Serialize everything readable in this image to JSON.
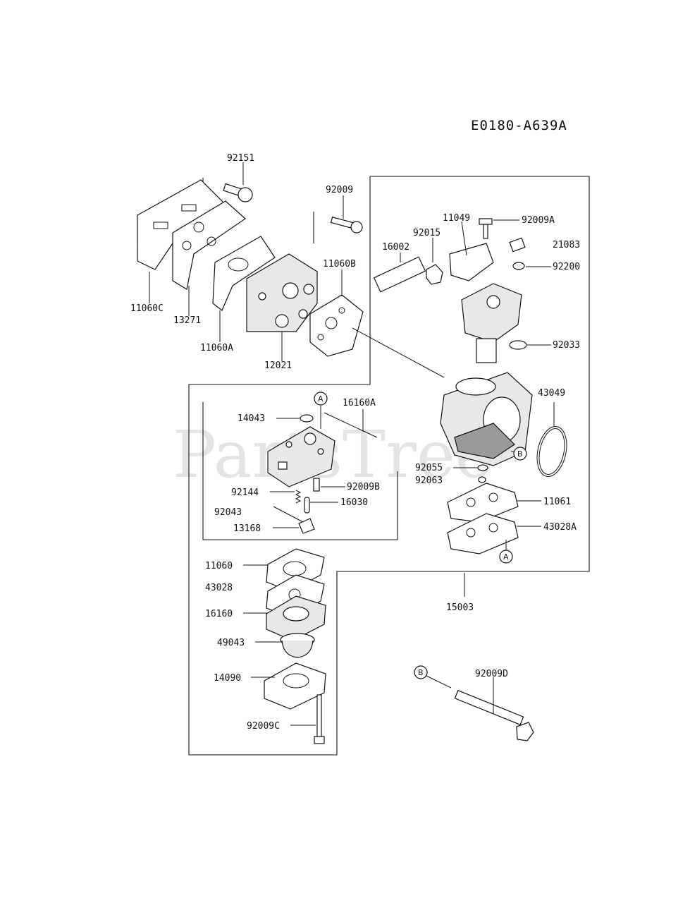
{
  "diagram_code": "E0180-A639A",
  "watermark": "PartsTree",
  "watermark_tm": "™",
  "ref_letters": {
    "a": "A",
    "b": "B"
  },
  "labels": {
    "p92151": "92151",
    "p92009": "92009",
    "p11049": "11049",
    "p92009A": "92009A",
    "p92015": "92015",
    "p16002": "16002",
    "p21083": "21083",
    "p92200": "92200",
    "p11060B": "11060B",
    "p11060C": "11060C",
    "p13271": "13271",
    "p11060A": "11060A",
    "p12021": "12021",
    "p92033": "92033",
    "p43049": "43049",
    "p14043": "14043",
    "p16160A": "16160A",
    "p92055": "92055",
    "p92063": "92063",
    "p92144": "92144",
    "p92009B": "92009B",
    "p92043": "92043",
    "p16030": "16030",
    "p13168": "13168",
    "p11061": "11061",
    "p43028A": "43028A",
    "p11060": "11060",
    "p43028": "43028",
    "p16160": "16160",
    "p15003": "15003",
    "p49043": "49043",
    "p14090": "14090",
    "p92009C": "92009C",
    "p92009D": "92009D"
  }
}
